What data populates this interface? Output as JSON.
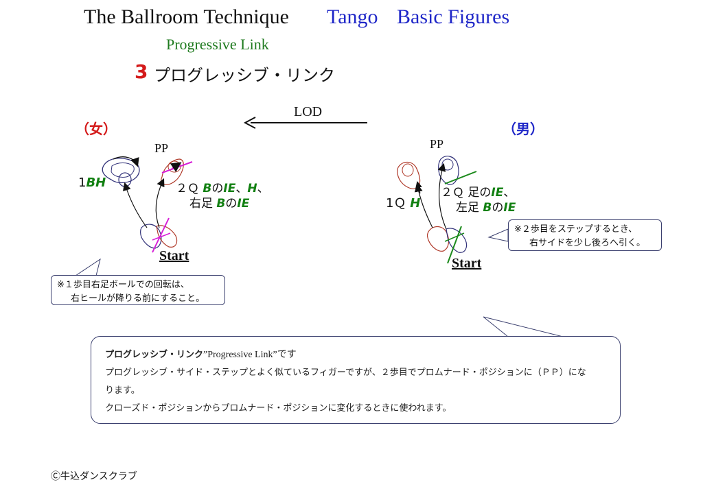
{
  "header": {
    "title_main": "The Ballroom Technique",
    "title_dance": "Tango",
    "title_figures": "Basic Figures",
    "subtitle": "Progressive Link",
    "figure_number": "3",
    "figure_name_jp": "プログレッシブ・リンク"
  },
  "diagram": {
    "lod_label": "LOD",
    "female": {
      "label": "（女）",
      "pp": "PP",
      "step1_num": "1",
      "step1_footwork": "BH",
      "step2_prefix": "２Ｑ ",
      "step2_a": "B",
      "step2_no": "の",
      "step2_b": "IE",
      "step2_sep": "、",
      "step2_c": "H",
      "step2_tail": "、",
      "step2_line2_prefix": "右足 ",
      "step2_line2_a": "B",
      "step2_line2_no": "の",
      "step2_line2_b": "IE",
      "start": "Start",
      "note_line1": "※１歩目右足ボールでの回転は、",
      "note_line2": "右ヒールが降りる前にすること。"
    },
    "male": {
      "label": "（男）",
      "pp": "PP",
      "step1_num": "1Ｑ",
      "step1_footwork": "H",
      "step2_prefix": "２Ｑ 足の",
      "step2_a": "IE",
      "step2_tail": "、",
      "step2_line2_prefix": "左足 ",
      "step2_line2_a": "B",
      "step2_line2_no": "の",
      "step2_line2_b": "IE",
      "start": "Start",
      "note_line1": "※２歩目をステップするとき、",
      "note_line2": "右サイドを少し後ろへ引く。"
    }
  },
  "description": {
    "heading_jp": "プログレッシブ・リンク",
    "heading_en": "”Progressive Link”です",
    "line1": "プログレッシブ・サイド・ステップとよく似ているフィガーですが、２歩目でプロムナード・ポジションに（ＰＰ）にな",
    "line2": "ります。",
    "line3": "クローズド・ポジションからプロムナード・ポジションに変化するときに使われます。"
  },
  "footer": {
    "copyright": "Ⓒ牛込ダンスクラブ"
  },
  "colors": {
    "title_blue": "#1f27c8",
    "subtitle_green": "#1e7a1e",
    "female_red": "#d41a1a",
    "male_blue": "#1f27c8",
    "footwork_green": "#128012",
    "pp_line_magenta": "#d71fd7",
    "pp_line_green": "#1c8a1c",
    "foot_red": "#b03a2a",
    "foot_blue": "#33337a"
  }
}
